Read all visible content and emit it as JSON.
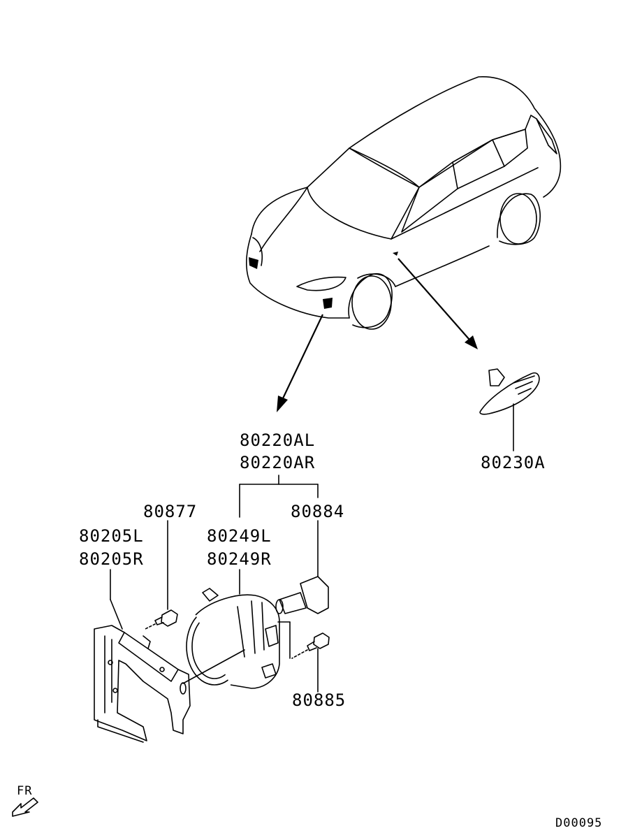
{
  "diagram": {
    "labels": {
      "fog_lamp_assy_l": "80220AL",
      "fog_lamp_assy_r": "80220AR",
      "side_turn_lamp": "80230A",
      "screw_upper": "80877",
      "bulb": "80884",
      "bracket_l": "80205L",
      "bracket_r": "80205R",
      "fog_lamp_l": "80249L",
      "fog_lamp_r": "80249R",
      "screw_lower": "80885"
    },
    "direction_marker": "FR",
    "drawing_id": "D00095"
  }
}
